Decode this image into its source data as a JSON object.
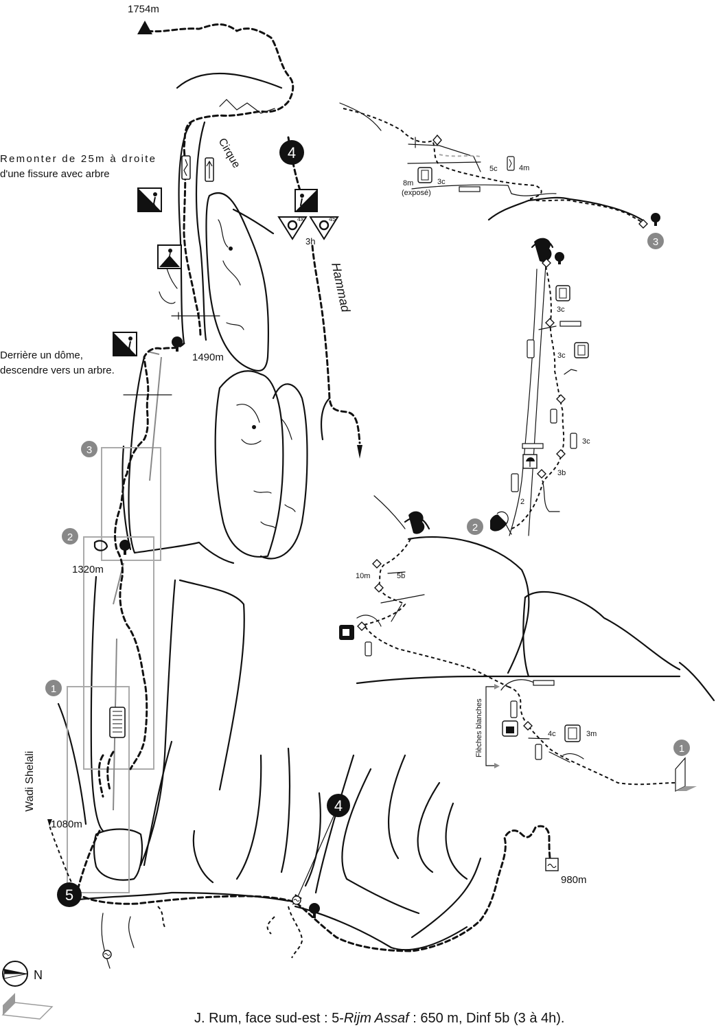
{
  "summits": {
    "top": "1754m",
    "terrace": "1490m",
    "tree_ledge": "1320m",
    "wadi_start": "1080m",
    "road_end": "980m"
  },
  "names": {
    "cirque": "Cirque",
    "hammad": "Hammad",
    "wadi": "Wadi Shelali",
    "north": "N",
    "fleches": "Flèches blanches"
  },
  "notes": {
    "note1_line1": "Remonter de 25m à droite",
    "note1_line2": "d'une fissure avec arbre",
    "note2_line1": "Derrière un dôme,",
    "note2_line2": "descendre vers un arbre."
  },
  "markers": {
    "route_top": "4",
    "route_bottom": "4",
    "start": "5",
    "circle3": "3",
    "circle2": "2",
    "circle1": "1",
    "detail3": "3",
    "detail2": "2",
    "detail1": "1"
  },
  "rappel": {
    "count": "4x",
    "length": "45",
    "time": "3h"
  },
  "grades": {
    "d3_5c": "5c",
    "d3_4m": "4m",
    "d3_3c": "3c",
    "d3_8m": "8m",
    "d3_expose": "(exposé)",
    "d2_3c_a": "3c",
    "d2_3c_b": "3c",
    "d2_3c_c": "3c",
    "d2_3b": "3b",
    "d2_2": "2",
    "d2m_10m": "10m",
    "d2m_5b": "5b",
    "d1_4c": "4c",
    "d1_3m": "3m"
  },
  "caption": {
    "prefix": "J. Rum, face sud-est : 5-",
    "route": "Rijm Assaf",
    "suffix": " : 650 m, Dinf 5b (3 à 4h)."
  }
}
